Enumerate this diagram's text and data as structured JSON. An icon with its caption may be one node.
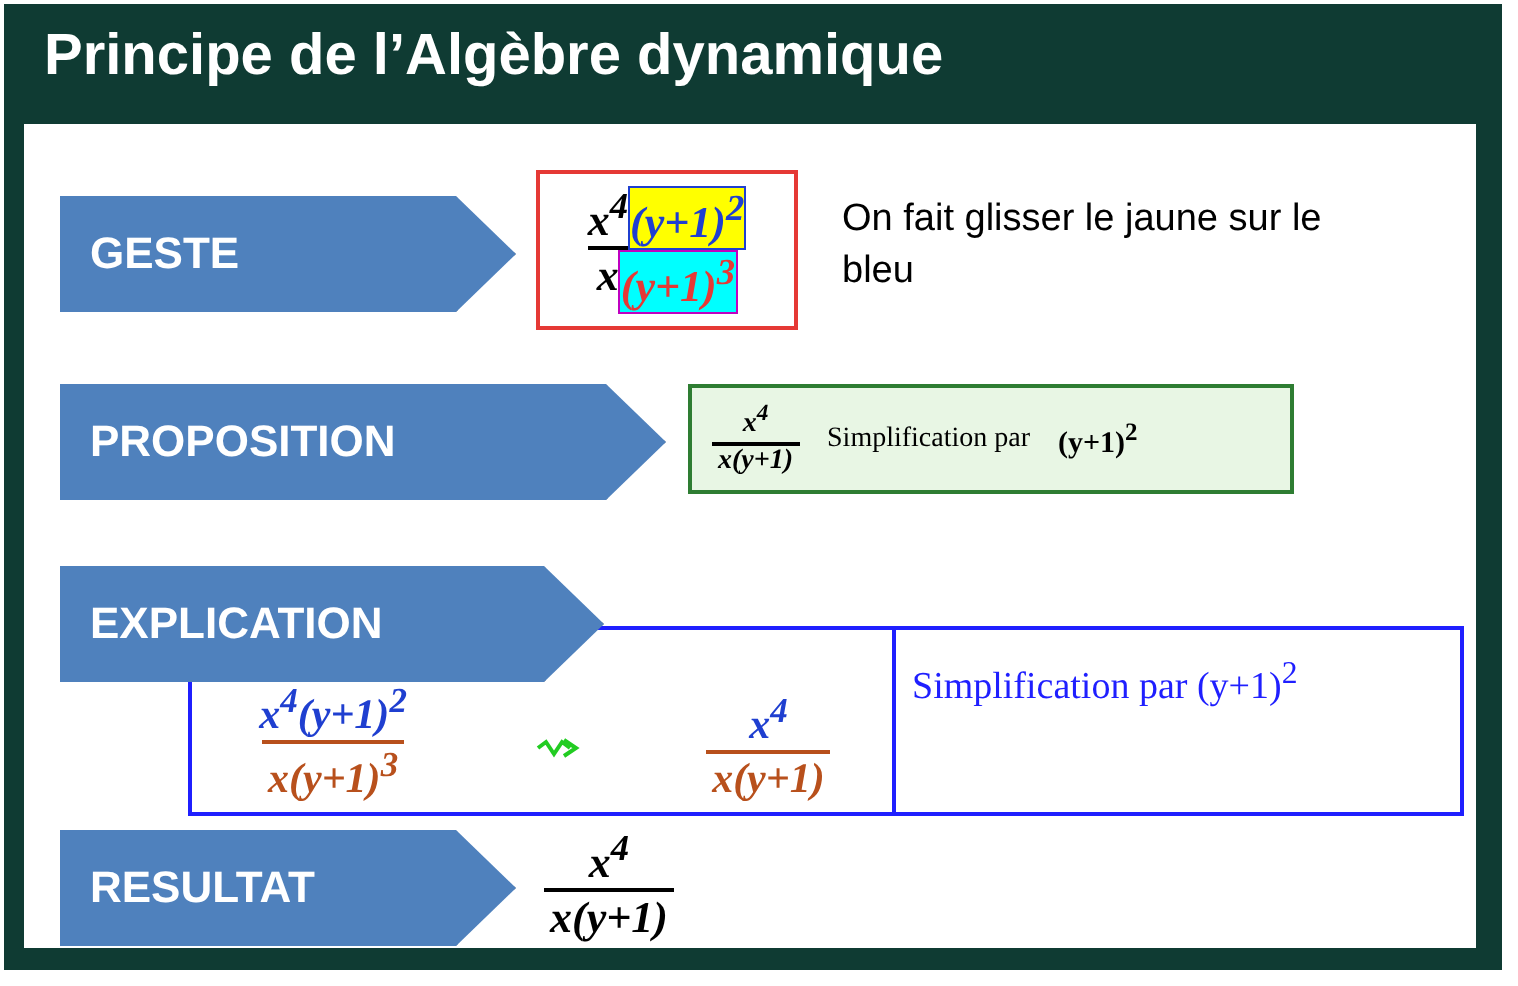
{
  "diagram": {
    "title": "Principe de l’Algèbre dynamique",
    "nodes": [
      {
        "text": [
          "GESTE"
        ]
      },
      {
        "text": [
          "x$^{4}$",
          "(y+1)$^{2}$",
          "x",
          "(y+1)$^{3}$"
        ],
        "beside": [
          "On fait glisser le jaune sur le bleu"
        ]
      },
      {
        "text": [
          "PROPOSITION"
        ]
      },
      {
        "text": [
          "x$^{4}$",
          "x(y+1)",
          "Simplification par",
          "(y+1)$^{2}$"
        ]
      },
      {
        "text": [
          "EXPLICATION"
        ]
      },
      {
        "text": [
          "x$^{4}$(y+1)$^{2}$",
          "x(y+1)$^{3}$",
          "x$^{4}$",
          "x(y+1)",
          "Simplification par (y+1)$^{2}$"
        ]
      },
      {
        "text": [
          "RESULTAT"
        ]
      }
    ],
    "labels": [
      "x$^{4}$",
      "x(y+1)"
    ]
  }
}
